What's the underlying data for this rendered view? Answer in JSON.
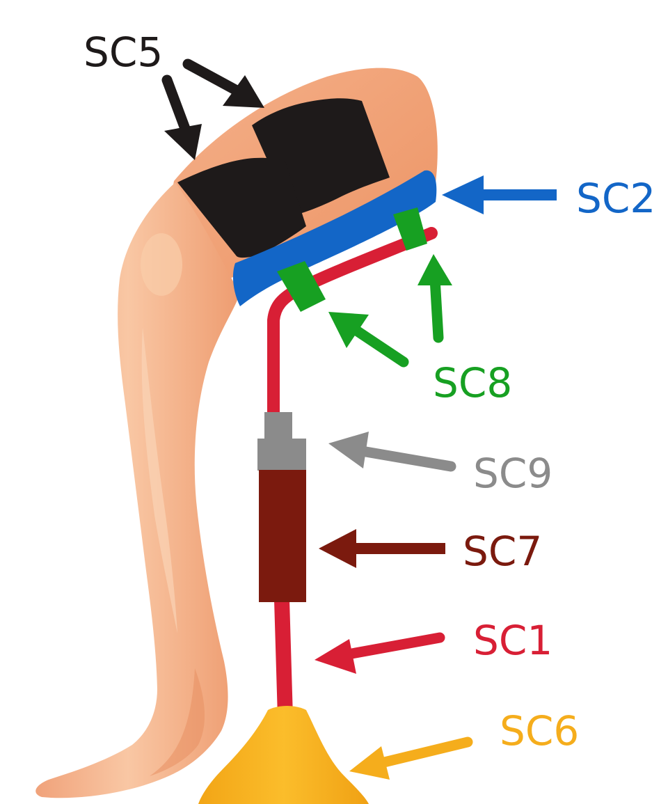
{
  "labels": {
    "sc5": "SC5",
    "sc2": "SC2",
    "sc8": "SC8",
    "sc9": "SC9",
    "sc7": "SC7",
    "sc1": "SC1",
    "sc6": "SC6"
  },
  "colors": {
    "sc5": "#1e1a1a",
    "sc2": "#1366c7",
    "sc8": "#17a022",
    "sc9": "#8b8b8b",
    "sc7": "#7b1a0e",
    "sc1": "#d81f35",
    "sc6": "#f5ad1c",
    "skin": "#f2a77d",
    "skin_shade": "#e8966b",
    "skin_light": "#f9cda9"
  }
}
